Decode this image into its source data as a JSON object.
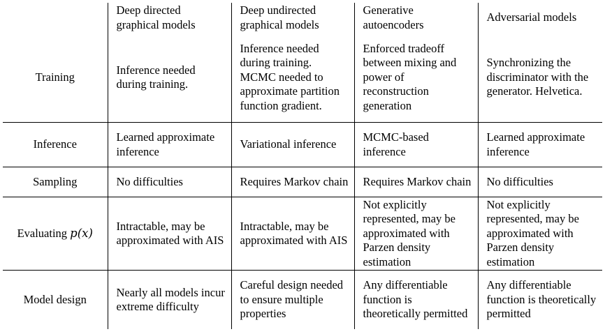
{
  "table": {
    "columns": [
      "",
      "Deep directed graphical models",
      "Deep undirected graphical models",
      "Generative autoencoders",
      "Adversarial models"
    ],
    "rows": [
      {
        "label": "Training",
        "cells": [
          "Inference needed during training.",
          "Inference needed during training. MCMC needed to approximate partition function gradient.",
          "Enforced tradeoff between mixing and power of reconstruction generation",
          "Synchronizing the discriminator with the generator. Helvetica."
        ]
      },
      {
        "label": "Inference",
        "cells": [
          "Learned approximate inference",
          "Variational inference",
          "MCMC-based inference",
          "Learned approximate inference"
        ]
      },
      {
        "label": "Sampling",
        "cells": [
          "No difficulties",
          "Requires Markov chain",
          "Requires Markov chain",
          "No difficulties"
        ]
      },
      {
        "label_prefix": "Evaluating ",
        "label_math": "p(x)",
        "cells": [
          "Intractable, may be approximated with AIS",
          "Intractable, may be approximated with AIS",
          "Not explicitly represented, may be approximated with Parzen density estimation",
          "Not explicitly represented, may be approximated with Parzen density estimation"
        ]
      },
      {
        "label": "Model design",
        "cells": [
          "Nearly all models incur extreme difficulty",
          "Careful design needed to ensure multiple properties",
          "Any differentiable function is theoretically permitted",
          "Any differentiable function is theoretically permitted"
        ]
      }
    ]
  }
}
